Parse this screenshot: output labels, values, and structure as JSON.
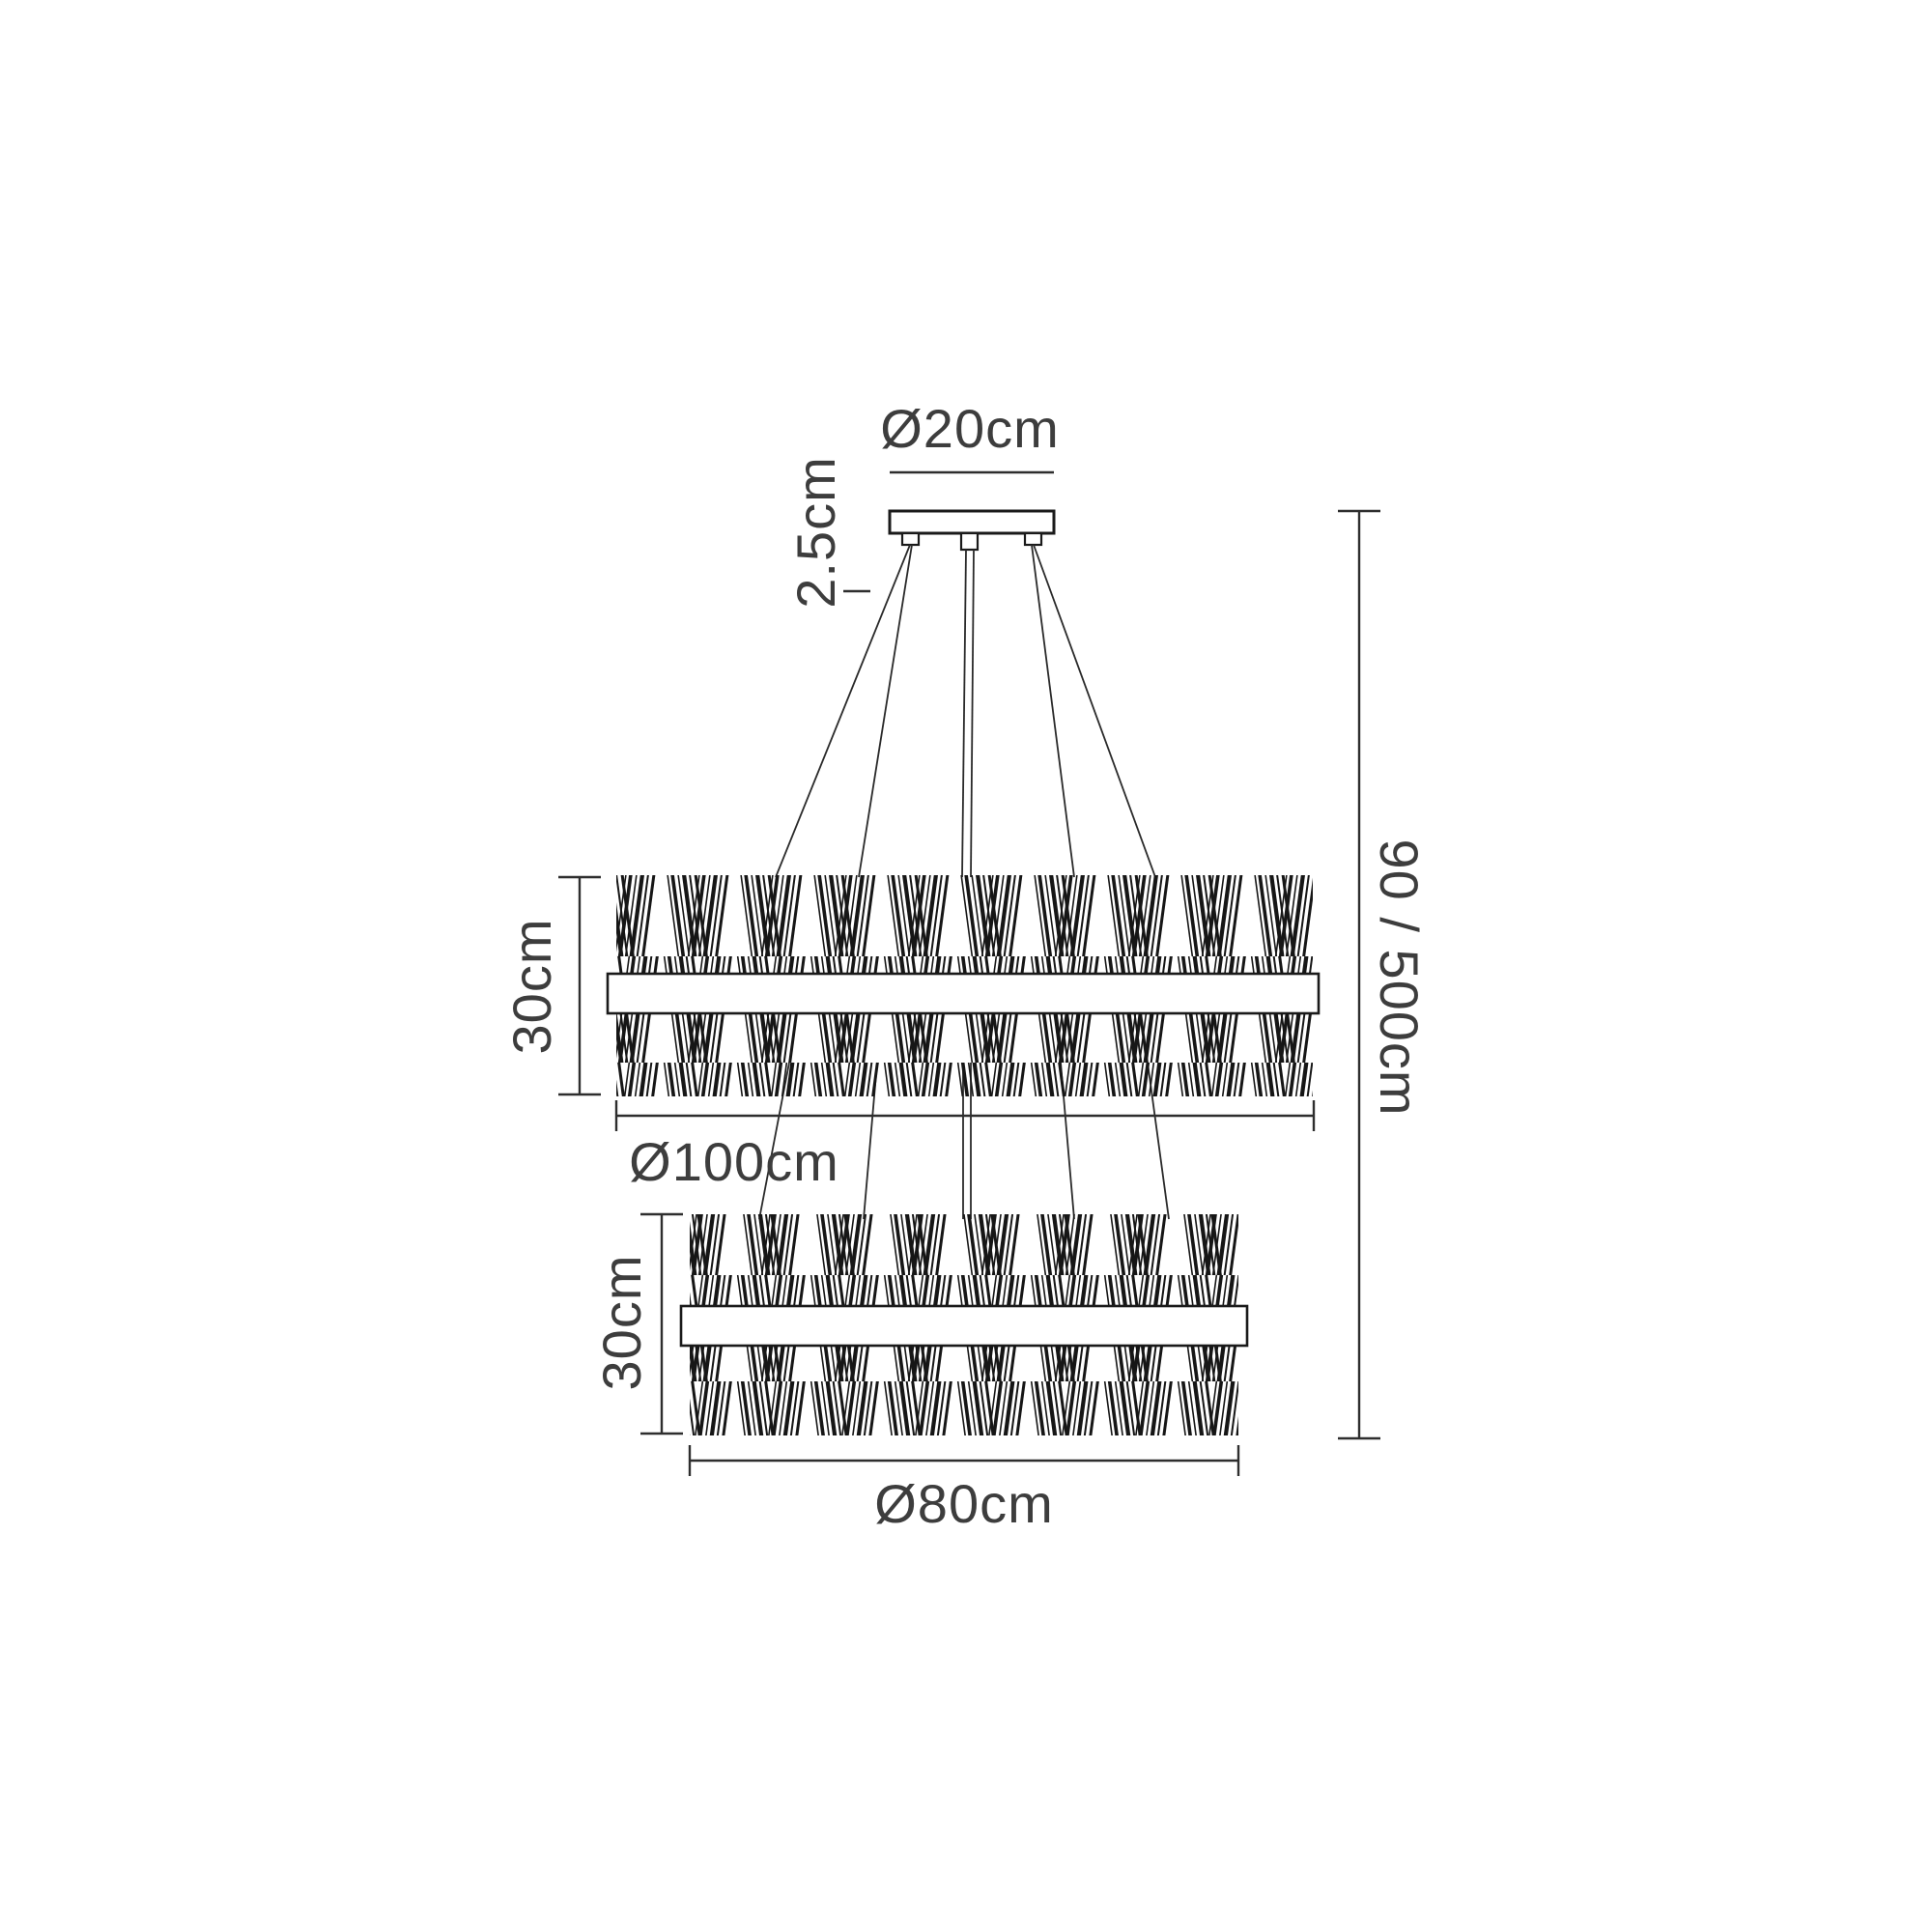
{
  "diagram": {
    "background_color": "#ffffff",
    "line_color": "#1a1a1a",
    "text_color": "#3d3d3d"
  },
  "labels": {
    "canopy_diameter": "Ø20cm",
    "canopy_height": "2.5cm",
    "overall_drop": "90 / 500cm",
    "upper_tier_height": "30cm",
    "upper_tier_diameter": "Ø100cm",
    "lower_tier_height": "30cm",
    "lower_tier_diameter": "Ø80cm"
  }
}
